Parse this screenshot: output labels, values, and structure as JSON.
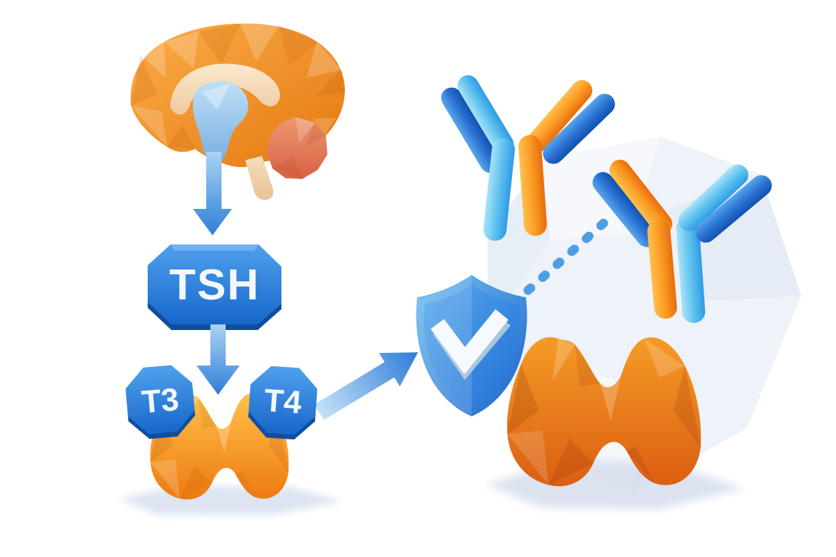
{
  "diagram": {
    "subject": "Thyroid hormone pathway and antibody protection illustration",
    "labels": {
      "tsh": "TSH",
      "t3": "T3",
      "t4": "T4"
    },
    "colors": {
      "background": "#FFFFFF",
      "brain_orange": "#F2861C",
      "brain_inner_cream": "#F7E3C3",
      "brainstem_blue": "#9CCCF0",
      "cerebellum_coral": "#E27952",
      "badge_blue": "#2472D8",
      "badge_rim_blue": "#0F4DA0",
      "arrow_blue": "#2F7ED8",
      "thyroid_orange_left": "#F79C1E",
      "thyroid_orange_right": "#E8741C",
      "shield_blue": "#2E7FDE",
      "check_white": "#F6FAFE",
      "antibody_light_blue": "#56BAEC",
      "antibody_dark_blue": "#1E66CC",
      "antibody_orange": "#F5881A",
      "dashed_line": "#4D9FE2",
      "shadow_blue_gray": "#D8E1F0",
      "background_polygon": "#EAEFF7"
    }
  }
}
